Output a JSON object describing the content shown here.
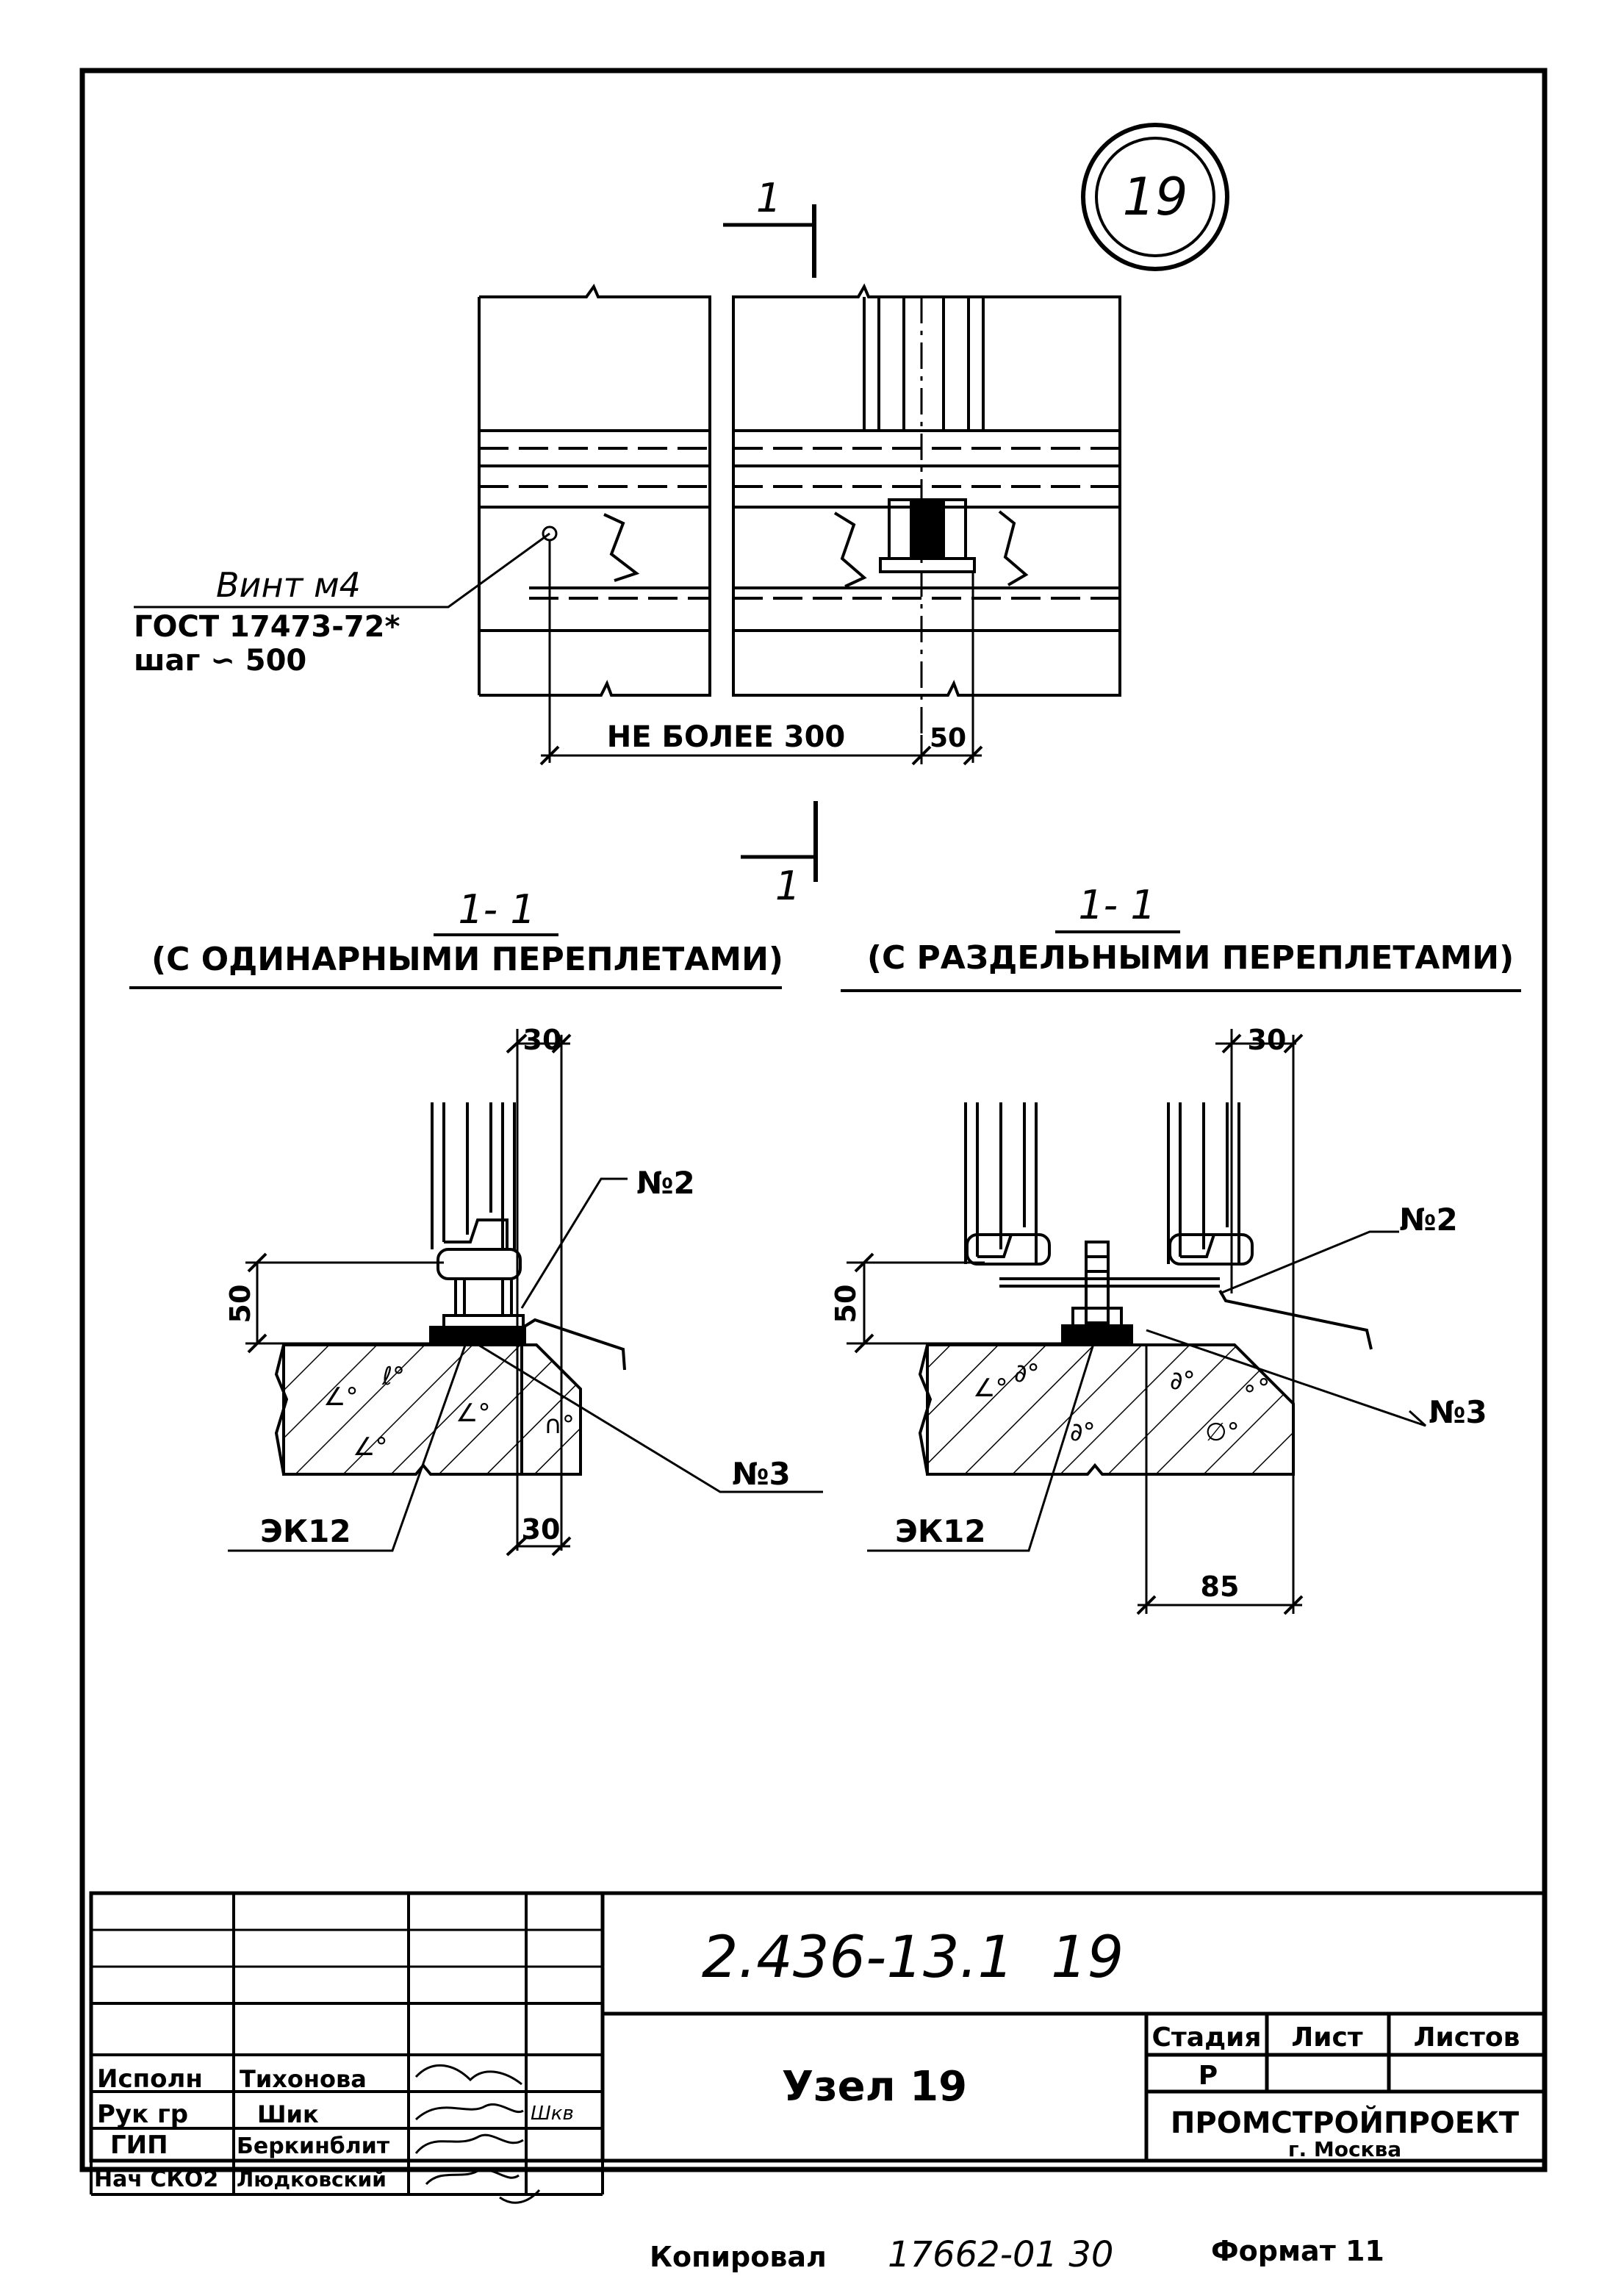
{
  "node_badge": "19",
  "plan": {
    "section_mark_top": "1",
    "section_mark_bottom": "1",
    "screw": [
      "Винт м4",
      "ГОСТ 17473-72*",
      "шаг ∽ 500"
    ],
    "dim_main": "НЕ БОЛЕЕ 300",
    "dim_small": "50"
  },
  "section_left": {
    "number": "1- 1",
    "caption": "(С ОДИНАРНЫМИ ПЕРЕПЛЕТАМИ)",
    "dim_top": "30",
    "dim_height": "50",
    "dim_bottom": "30",
    "label_no2": "№2",
    "label_no3": "№3",
    "label_ek": "ЭК12"
  },
  "section_right": {
    "number": "1- 1",
    "caption": "(С РАЗДЕЛЬНЫМИ ПЕРЕПЛЕТАМИ)",
    "dim_top": "30",
    "dim_height": "50",
    "dim_bottom": "85",
    "label_no2": "№2",
    "label_no3": "№3",
    "label_ek": "ЭК12"
  },
  "title_block": {
    "doc_code": "2.436-13.1",
    "sheet_code": "19",
    "title": "Узел 19",
    "col_stage": "Стадия",
    "col_sheet": "Лист",
    "col_sheets": "Листов",
    "stage_value": "Р",
    "org": "ПРОМСТРОЙПРОЕКТ",
    "city": "г. Москва",
    "rows": [
      {
        "role": "Исполн",
        "name": "Тихонова",
        "note": ""
      },
      {
        "role": "Рук гр",
        "name": "Шик",
        "note": "Шкв"
      },
      {
        "role": "ГИП",
        "name": "Беркинблит",
        "note": ""
      },
      {
        "role": "Нач СКО2",
        "name": "Людковский",
        "note": ""
      }
    ]
  },
  "footer": {
    "copied": "Копировал",
    "number": "17662-01 30",
    "format": "Формат 11"
  }
}
